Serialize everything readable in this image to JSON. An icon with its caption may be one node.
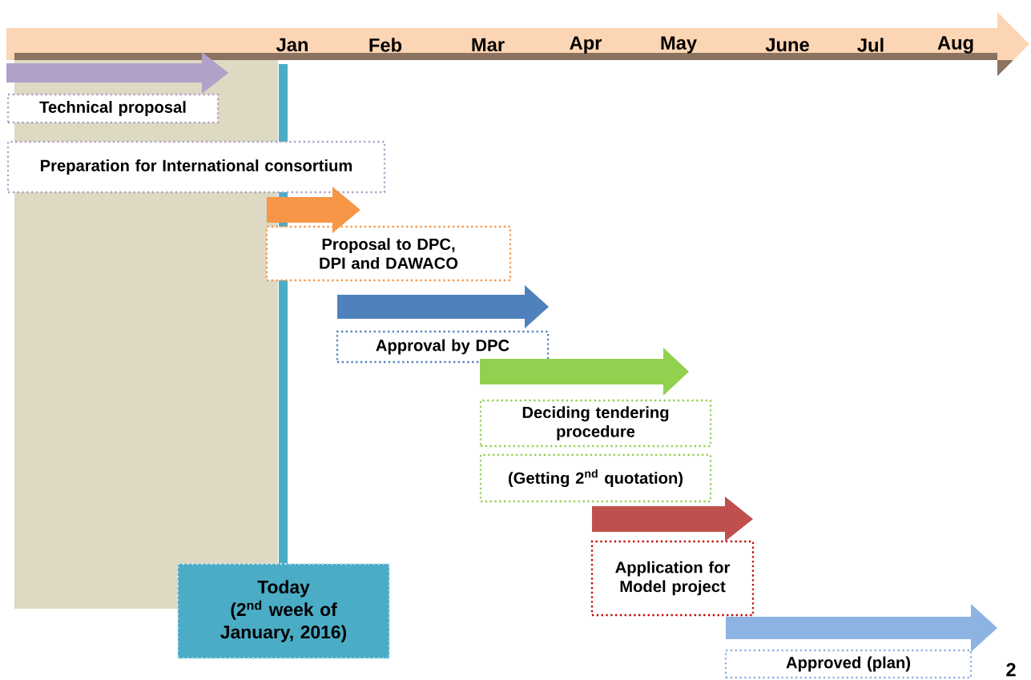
{
  "diagram": {
    "nodes": [
      {
        "text": [],
        "shape": "bar"
      },
      {
        "text": [
          "Technical proposal"
        ]
      },
      {
        "text": [
          "Preparation for International consortium"
        ]
      },
      {
        "text": [],
        "shape": "bar"
      },
      {
        "text": [
          "Proposal to DPC, DPI and DAWACO"
        ]
      },
      {
        "text": [],
        "shape": "bar"
      },
      {
        "text": [
          "Approval by DPC"
        ]
      },
      {
        "text": [],
        "shape": "bar"
      },
      {
        "text": [
          "Deciding tendering procedure"
        ]
      },
      {
        "text": [
          "(Getting 2$^{nd}$ quotation)"
        ]
      },
      {
        "text": [],
        "shape": "bar"
      },
      {
        "text": [
          "Application for Model project"
        ]
      },
      {
        "text": [
          "Today",
          "(2$^{nd}$ week of January, 2016)"
        ]
      },
      {
        "text": [],
        "shape": "bar"
      },
      {
        "text": [
          "Approved (plan)"
        ]
      }
    ],
    "labels": [
      "Jan",
      "Feb",
      "Mar",
      "Apr",
      "May",
      "June",
      "Jul",
      "Aug",
      "2"
    ]
  }
}
